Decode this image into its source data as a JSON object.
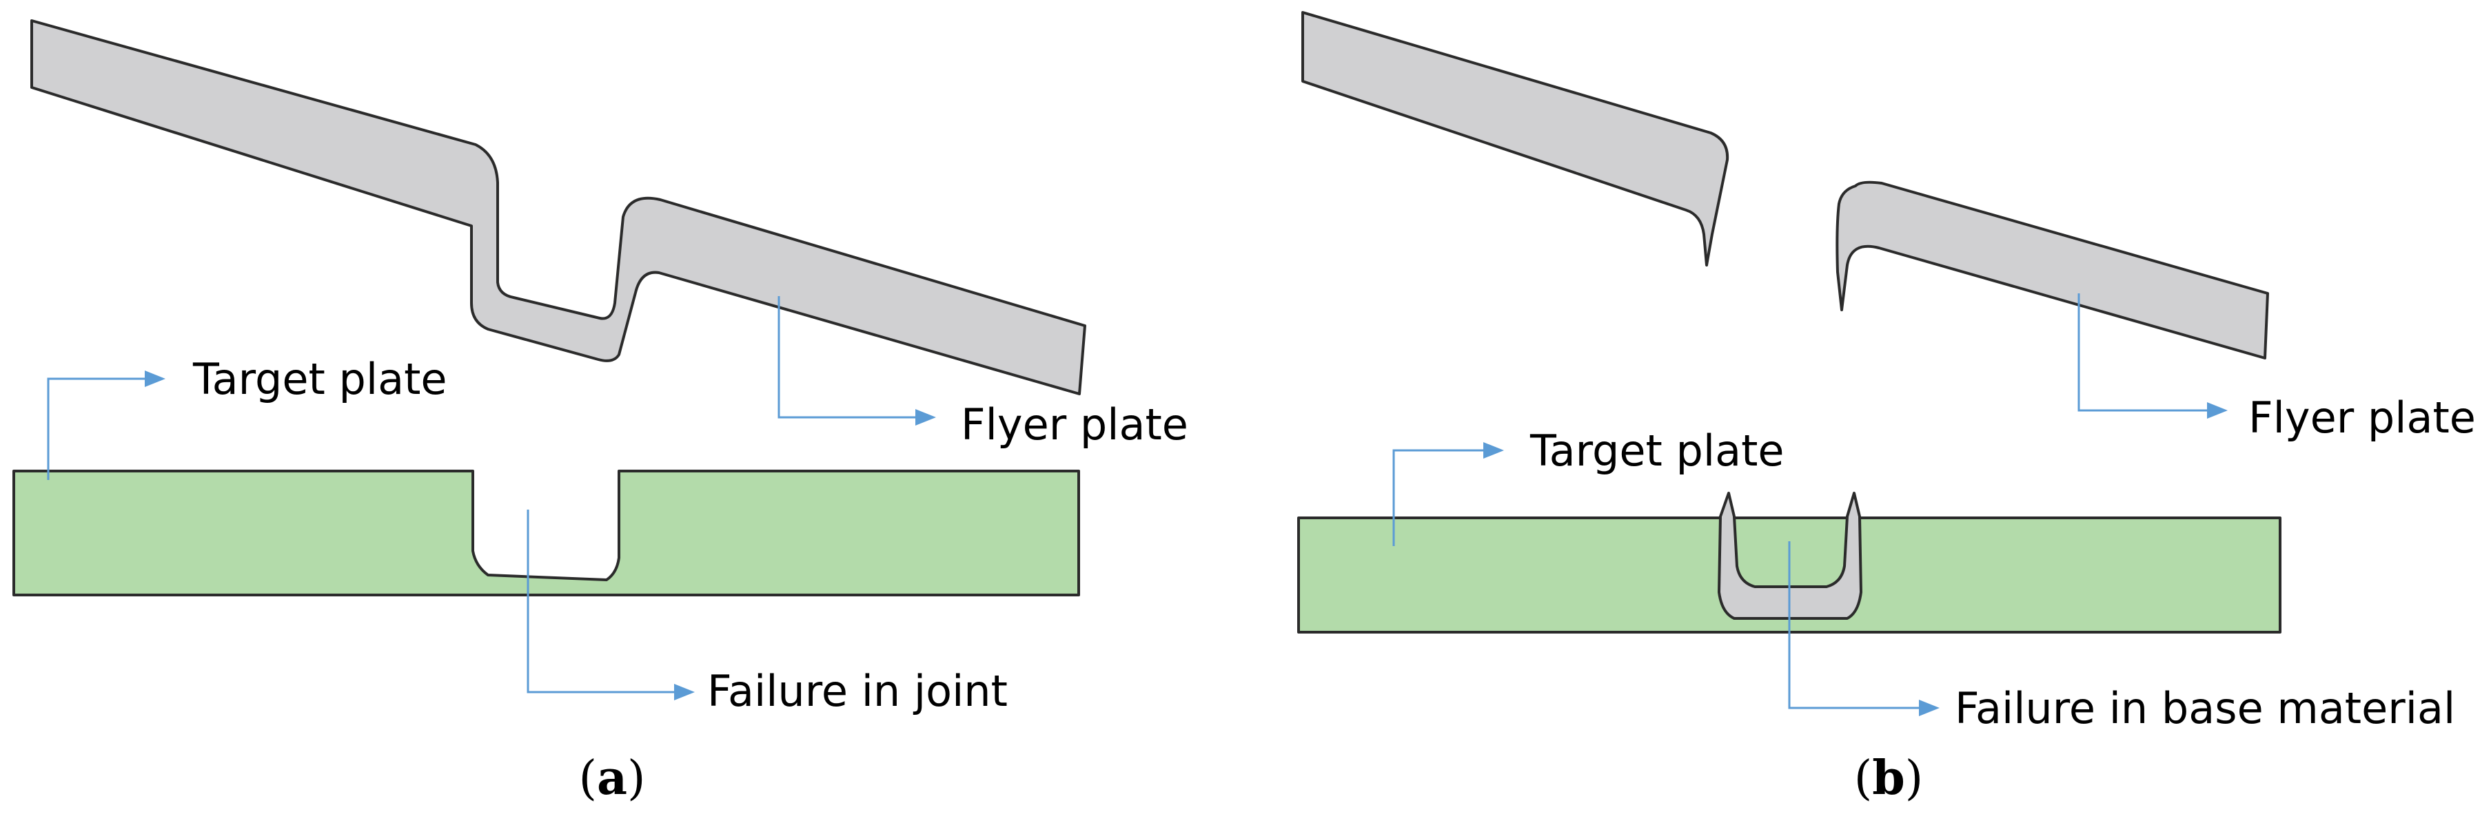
{
  "panel_a": {
    "label_target": "Target plate",
    "label_flyer": "Flyer plate",
    "label_failure": "Failure in joint",
    "caption_open": "(",
    "caption_letter": "a",
    "caption_close": ")"
  },
  "panel_b": {
    "label_target": "Target plate",
    "label_flyer": "Flyer plate",
    "label_failure": "Failure in base material",
    "caption_open": "(",
    "caption_letter": "b",
    "caption_close": ")"
  },
  "colors": {
    "flyer_fill": "#d0d0d2",
    "target_fill": "#b3dbaa",
    "leader_line": "#5b9bd5",
    "outline": "#2b2b2b"
  }
}
